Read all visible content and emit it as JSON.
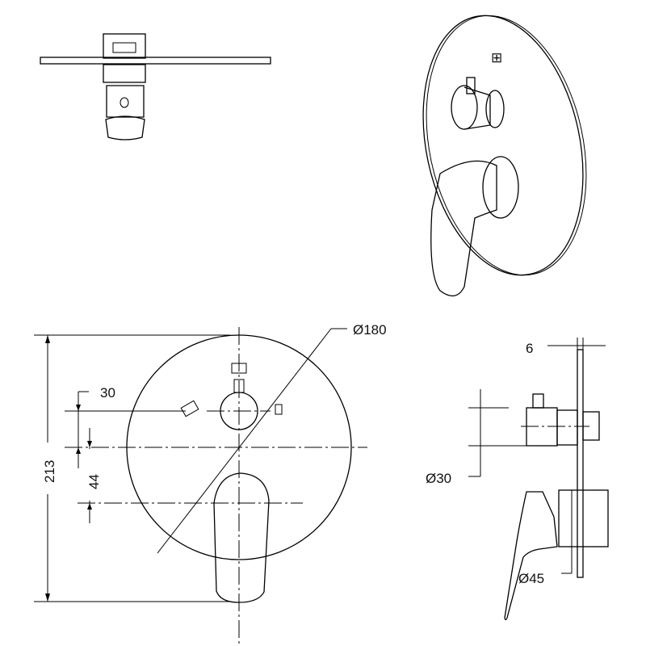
{
  "drawing": {
    "front_view": {
      "diameter_label": "Ø180",
      "offset_label": "30",
      "handle_offset_label": "44",
      "height_label": "213"
    },
    "side_view": {
      "plate_thickness_label": "6",
      "knob_diameter_label": "Ø30",
      "body_diameter_label": "Ø45"
    },
    "line_color": "#000000",
    "background": "#ffffff"
  }
}
